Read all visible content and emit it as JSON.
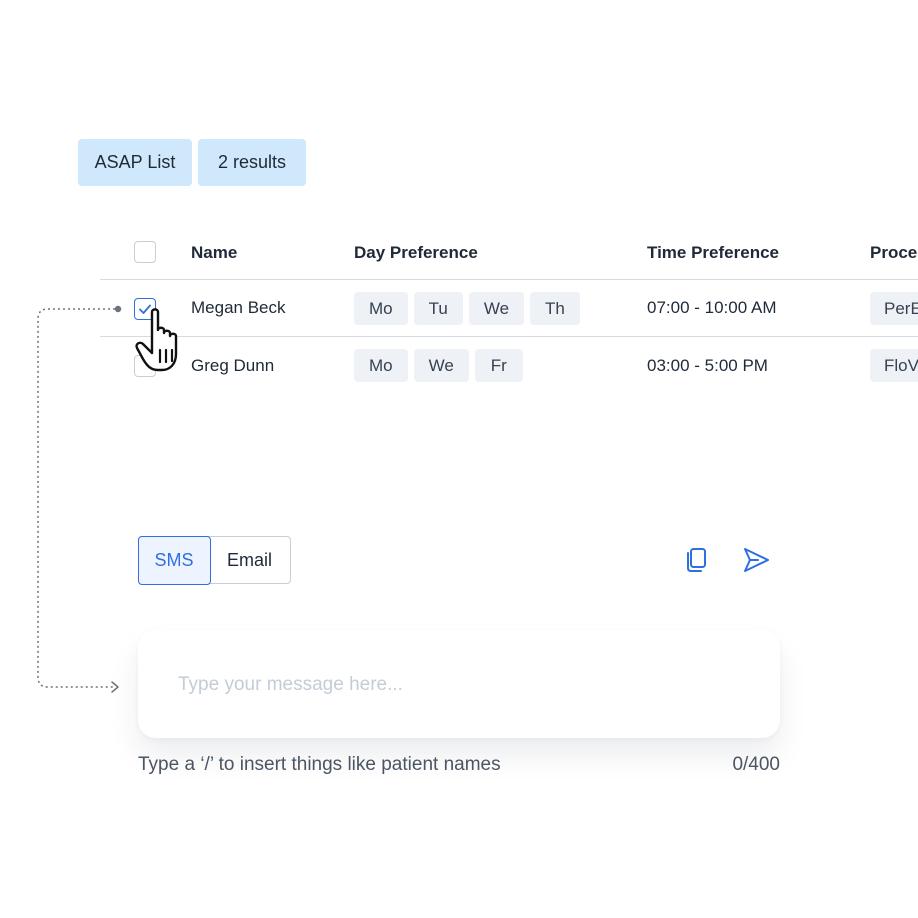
{
  "header": {
    "list_label": "ASAP List",
    "results_label": "2 results"
  },
  "table": {
    "columns": {
      "name": "Name",
      "day": "Day Preference",
      "time": "Time Preference",
      "procedure": "Procedure"
    },
    "rows": [
      {
        "checked": true,
        "name": "Megan Beck",
        "days": [
          "Mo",
          "Tu",
          "We",
          "Th"
        ],
        "time": "07:00 - 10:00 AM",
        "procedure": "PerE"
      },
      {
        "checked": false,
        "name": "Greg Dunn",
        "days": [
          "Mo",
          "We",
          "Fr"
        ],
        "time": "03:00 - 5:00 PM",
        "procedure": "FloV"
      }
    ]
  },
  "composer": {
    "tabs": {
      "sms": "SMS",
      "email": "Email"
    },
    "active_tab": "sms",
    "placeholder": "Type your message here...",
    "value": "",
    "hint": "Type a ‘/’ to insert things like patient names",
    "counter": "0/400",
    "icons": {
      "copy": "copy-icon",
      "send": "send-icon"
    }
  },
  "colors": {
    "accent": "#2f6fe0",
    "chip_bg": "#cfe8fb",
    "day_chip_bg": "#eef1f5",
    "border": "#c8ced6"
  }
}
